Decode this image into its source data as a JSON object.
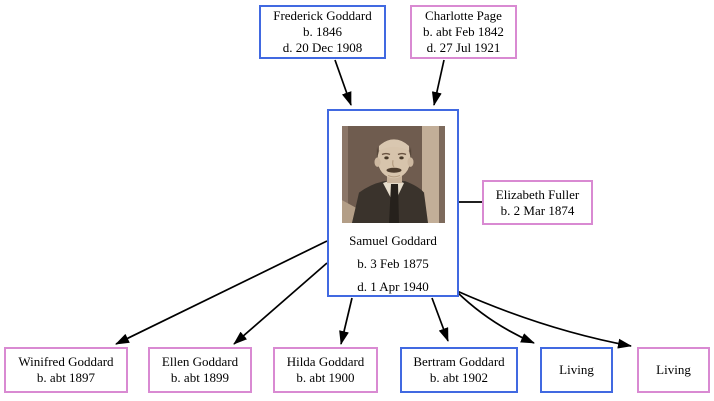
{
  "diagram_type": "family-tree",
  "colors": {
    "male_border": "#4169e1",
    "female_border": "#d98ad2",
    "line": "#000000",
    "background": "#ffffff",
    "text": "#000000"
  },
  "nodes": {
    "frederick": {
      "name": "Frederick Goddard",
      "birth": "b. 1846",
      "death": "d. 20 Dec 1908"
    },
    "charlotte": {
      "name": "Charlotte Page",
      "birth": "b. abt Feb 1842",
      "death": "d. 27 Jul 1921"
    },
    "samuel": {
      "name": "Samuel Goddard",
      "birth": "b. 3 Feb 1875",
      "death": "d. 1 Apr 1940",
      "photo": "sepia-portrait-photo"
    },
    "elizabeth": {
      "name": "Elizabeth Fuller",
      "birth": "b. 2 Mar 1874"
    },
    "winifred": {
      "name": "Winifred Goddard",
      "birth": "b. abt 1897"
    },
    "ellen": {
      "name": "Ellen Goddard",
      "birth": "b. abt 1899"
    },
    "hilda": {
      "name": "Hilda Goddard",
      "birth": "b. abt 1900"
    },
    "bertram": {
      "name": "Bertram Goddard",
      "birth": "b. abt 1902"
    },
    "living1": {
      "name": "Living"
    },
    "living2": {
      "name": "Living"
    }
  }
}
